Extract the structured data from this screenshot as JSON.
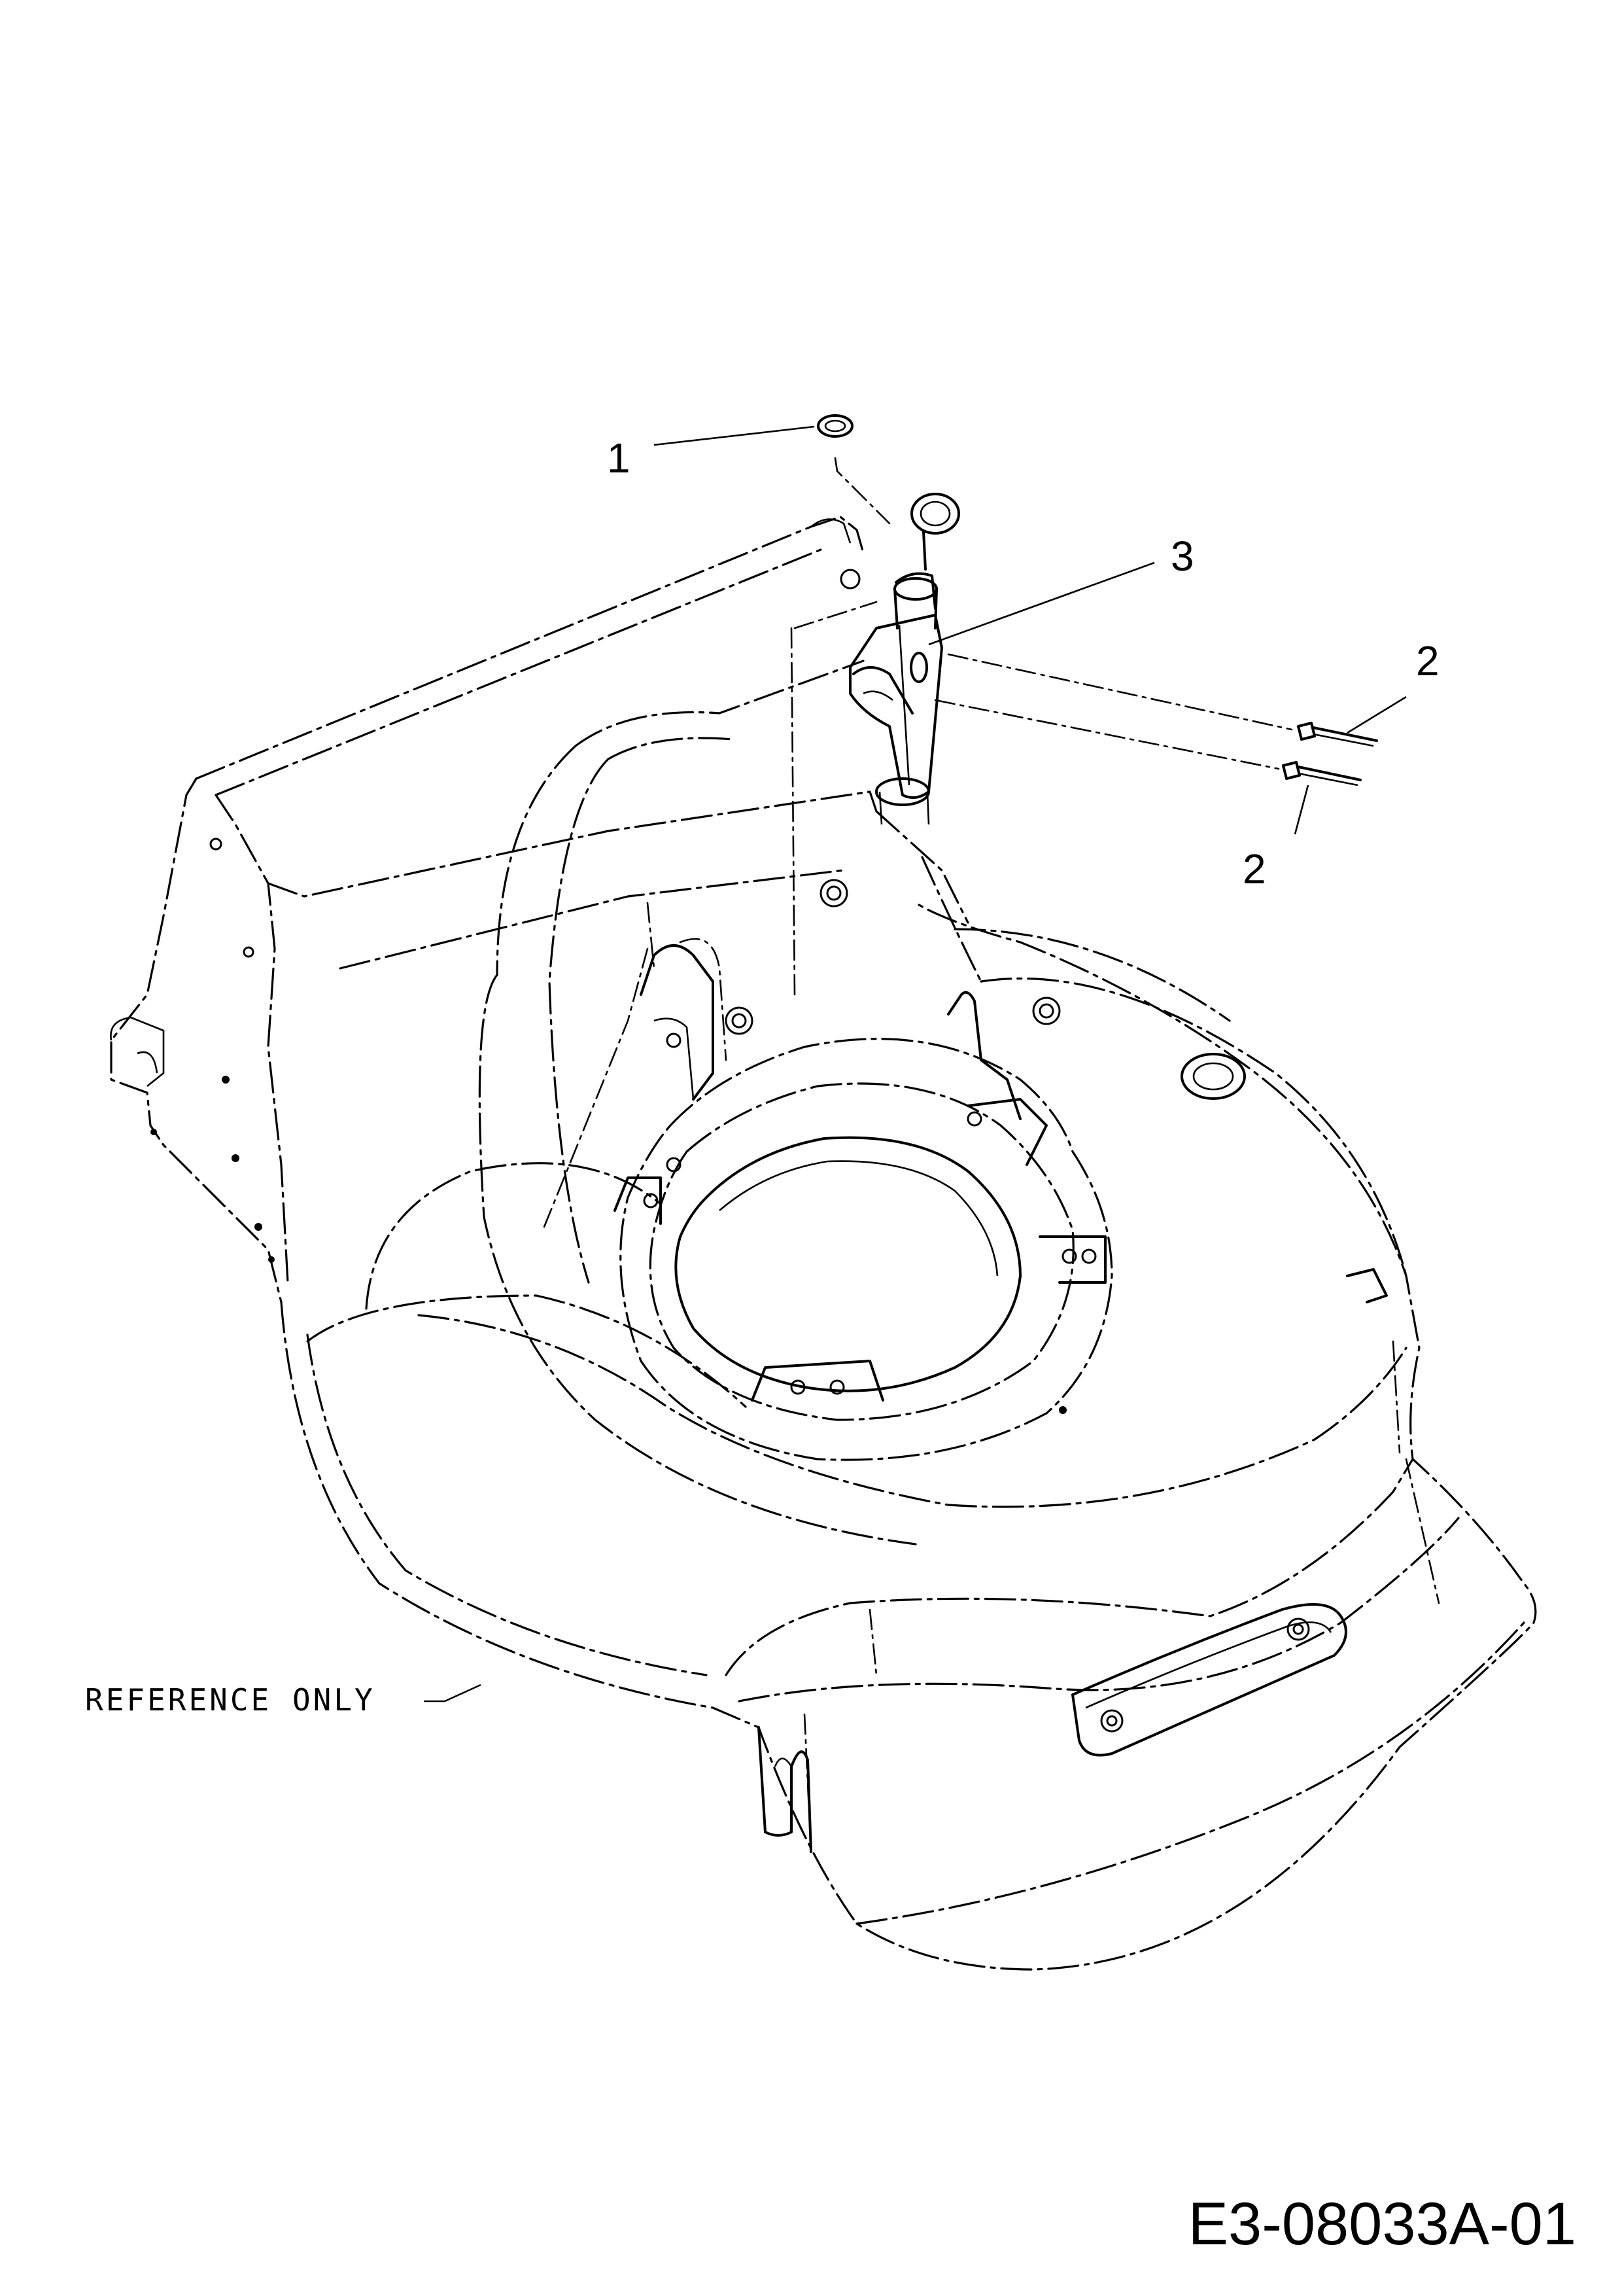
{
  "callouts": {
    "c1": "1",
    "c2a": "2",
    "c2b": "2",
    "c3": "3"
  },
  "note": "REFERENCE ONLY",
  "drawing_number": "E3-08033A-01",
  "icons": {
    "washer": "o-ring-washer-icon",
    "rivet": "rivet-pin-icon",
    "filler_tube": "oil-filler-tube-icon",
    "deck": "mower-deck-housing-icon"
  },
  "colors": {
    "line": "#000000",
    "background": "#ffffff"
  }
}
